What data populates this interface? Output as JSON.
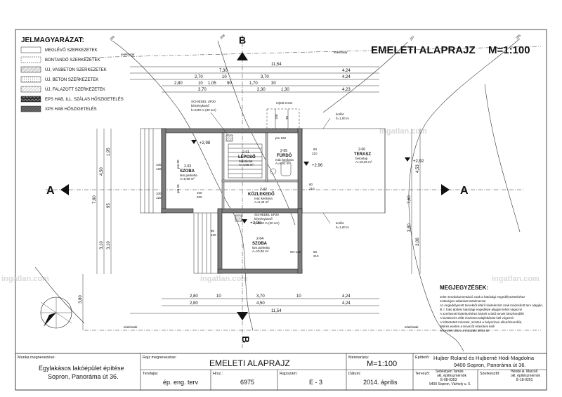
{
  "legend": {
    "title": "JELMAGYARÁZAT:",
    "items": [
      "MEGLÉVŐ SZERKEZETEK",
      "BONTANDÓ SZERKEZETEK",
      "ÚJ, VASBETON SZERKEZETEK",
      "ÚJ, BETON SZERKEZETEK",
      "ÚJ, FALAZOTT SZERKEZETEK",
      "EPS HAB, ILL. SZÁLAS HŐSZIGETELÉS",
      "XPS HAB HŐSZIGETELÉS"
    ]
  },
  "drawing_title": "EMELETI ALAPRAJZ",
  "drawing_scale": "M=1:100",
  "sections": {
    "a": "A",
    "b": "B"
  },
  "property_line": "telekhatár",
  "contours": [
    "259",
    "258",
    "257",
    "256"
  ],
  "dims_top": [
    "11,54",
    "7,30",
    "4,24",
    "2,70",
    "10",
    "3,70",
    "4,24",
    "2,80",
    "10",
    "1,05",
    "90",
    "1,70",
    "30",
    "3,70",
    "2,30",
    "1,30",
    "4,23"
  ],
  "dims_bottom": [
    "2,80",
    "10",
    "3,70",
    "10",
    "4,24",
    "2,80",
    "4,50",
    "4,24",
    "11,54"
  ],
  "dims_left": [
    "7,60",
    "4,50",
    "3,10",
    "3,10",
    "95",
    "1,95",
    "3,80"
  ],
  "dims_right": [
    "7,60",
    "4,53",
    "3,80",
    "3,06"
  ],
  "rooms": [
    {
      "num": "2-01",
      "name": "LÉPCSŐ",
      "floor": "fabútkolat",
      "area": "A=4,06 m²"
    },
    {
      "num": "2-02",
      "name": "KÖZLEKEDŐ",
      "floor": "mác kerámia",
      "area": "A=5,45 m²"
    },
    {
      "num": "2-03",
      "name": "SZOBA",
      "floor": "lam.parketta",
      "area": "A=8,99 m²"
    },
    {
      "num": "2-04",
      "name": "SZOBA",
      "floor": "lam.parketta",
      "area": "A=10,36 m²"
    },
    {
      "num": "2-05",
      "name": "FÜRDŐ",
      "floor": "mác kerámia",
      "area": "A=5,91 m²"
    },
    {
      "num": "2-06",
      "name": "TERASZ",
      "floor": "betonlap",
      "area": "A=19,39 m²"
    }
  ],
  "levels": [
    "+2,98",
    "+2,96",
    "+2,92",
    "+2,98"
  ],
  "chimney_1": {
    "l1": "SCHIEDEL UP20",
    "l2": "kéménykürtő",
    "l3": "h=9,90 m (30 sor)"
  },
  "chimney_2": {
    "l1": "SCHIEDEL UP20",
    "l2": "kéménykürtő",
    "l3": "h=9,90 m (30 sor)"
  },
  "rail_1": {
    "l1": "korlát",
    "l2": "h=1,00 m"
  },
  "rail_2": {
    "l1": "korlát",
    "l2": "h=1,00 m"
  },
  "canopy": "rejtett eresz",
  "openings": [
    "100",
    "120",
    "pm 90",
    "100",
    "120",
    "pm 90",
    "100",
    "200",
    "90",
    "120",
    "80",
    "210",
    "pm 160",
    "100",
    "90",
    "90+120",
    "80",
    "210",
    "80",
    "210"
  ],
  "notes": {
    "title": "MEGJEGYZÉSEK:",
    "lines": [
      "Jelen tervdokumentáció csak a hatósági engedélyeztetéshez",
      "szükséges adatokat tartalmazza!",
      "Az engedélyezett tervektől eltérő kivitelezést csak módosított terv alapján,",
      "ill. l. fokú építési hatósági engedélye alapján lehet végezni!",
      "A szerkezeti kivitelezéshez kiviteli szintű tervek készítendők!",
      "A kivitelezés előtt részletes talajfeltárást kell végezni!",
      "A feltüntetett méretek, szintek a helyszínen ellenőrizendők,",
      "eltérés esetén a tervezőt értesíteni kell!",
      "A tervnek része a műszaki leírás is!"
    ]
  },
  "title_block": {
    "project_label": "Munka megnevezése:",
    "project_line1": "Egylakásos lakóépület építése",
    "project_line2": "Sopron, Panoráma út 36.",
    "drawing_label": "Rajz megnevezése:",
    "drawing_name": "EMELETI ALAPRAJZ",
    "scale_label": "Méretarány:",
    "scale": "M=1:100",
    "client_label": "Építtető:",
    "client_name": "Hujber Roland és Hujberné Hódi Magdolna",
    "client_addr": "9400 Sopron, Panoráma út 36.",
    "phase_label": "Tervfajta:",
    "phase": "ép. eng. terv",
    "reg_label": "Hrsz.:",
    "reg": "6975",
    "sheet_label": "Rajzszám:",
    "sheet": "E - 3",
    "date_label": "Dátum:",
    "date": "2014. április",
    "designer_label": "Tervező:",
    "designer_l1": "Sebestyén Tamás",
    "designer_l2": "okl. építészmérnök",
    "designer_l3": "É-08-0353",
    "designer_l4": "9400 Sopron, Várhely u. 5.",
    "structural_label": "Szerkesztő:",
    "structural_l1": "Hende A. Marcell",
    "structural_l2": "okl. építészmérnök",
    "structural_l3": "É-18-0201"
  },
  "watermark": "ingatlan.com"
}
